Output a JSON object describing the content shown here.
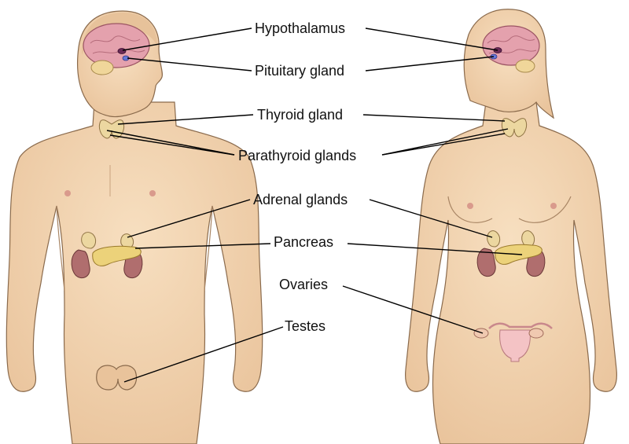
{
  "labels": {
    "hypothalamus": "Hypothalamus",
    "pituitary": "Pituitary gland",
    "thyroid": "Thyroid gland",
    "parathyroid": "Parathyroid glands",
    "adrenal": "Adrenal glands",
    "pancreas": "Pancreas",
    "ovaries": "Ovaries",
    "testes": "Testes"
  },
  "figures": [
    "male-figure",
    "female-figure"
  ],
  "colors": {
    "skin": "#f2d3ae",
    "skin_outline": "#8a6a4c",
    "brain": "#e4a1ad",
    "gland": "#ecd7a0",
    "kidney": "#b06e6e",
    "uterus": "#f4c3c5",
    "leader_line": "#000000"
  }
}
